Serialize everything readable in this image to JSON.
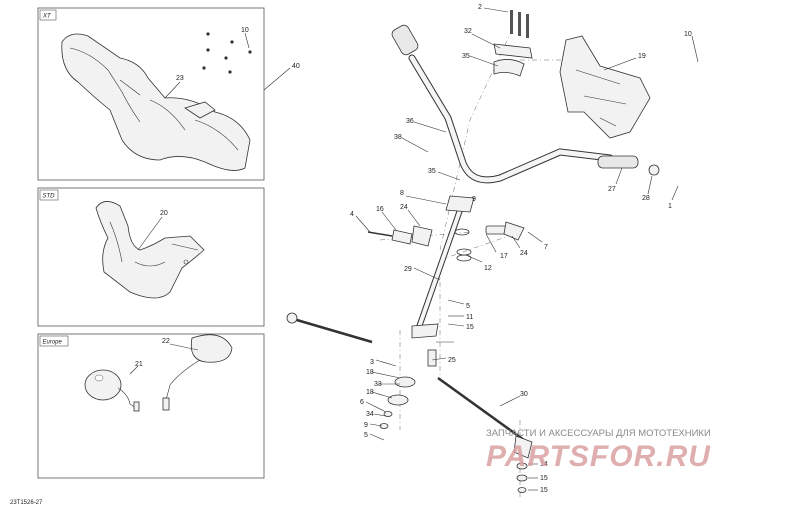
{
  "diagram_code": "23T1526-27",
  "insets": {
    "xt": {
      "tag": "XT",
      "callouts": [
        "10",
        "23",
        "40"
      ]
    },
    "std": {
      "tag": "STD",
      "callouts": [
        "20"
      ]
    },
    "europe": {
      "tag": "Europe",
      "callouts": [
        "21",
        "22"
      ]
    }
  },
  "callouts": [
    "2",
    "32",
    "35",
    "36",
    "38",
    "35",
    "8",
    "10",
    "19",
    "27",
    "28",
    "1",
    "4",
    "16",
    "24",
    "9",
    "17",
    "24",
    "7",
    "12",
    "29",
    "5",
    "11",
    "15",
    "3",
    "25",
    "18",
    "33",
    "18",
    "6",
    "34",
    "9",
    "5",
    "30",
    "14",
    "15",
    "15"
  ],
  "watermark": {
    "caption": "ЗАПЧАСТИ И АКСЕССУАРЫ ДЛЯ МОТОТЕХНИКИ",
    "brand": "PARTSFOR.RU"
  }
}
